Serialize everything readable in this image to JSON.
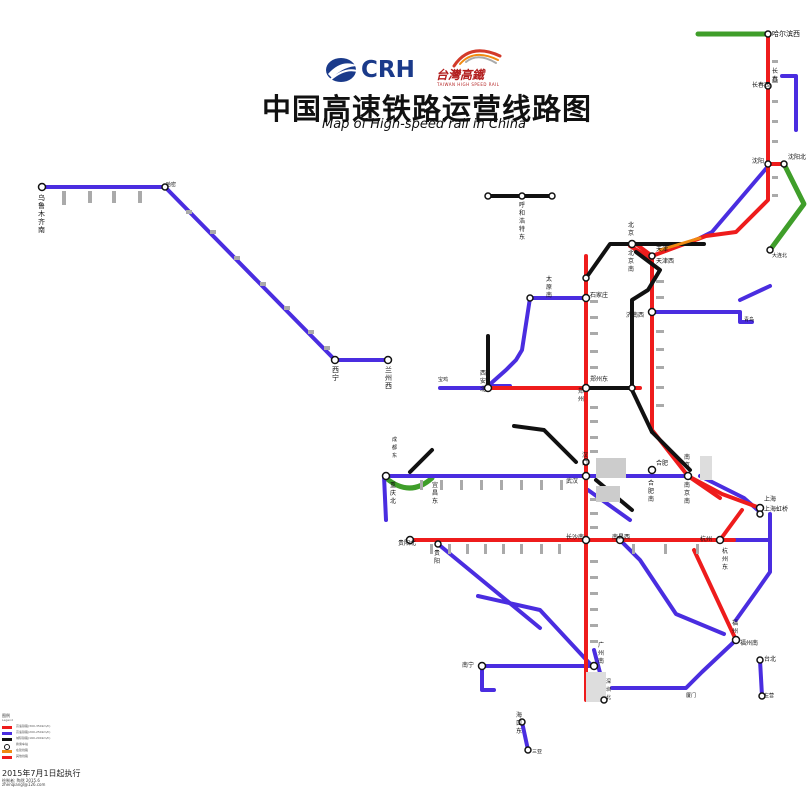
{
  "header": {
    "logo_crh": "CRH",
    "logo_thsr_cn": "台灣高鐵",
    "logo_thsr_en": "TAIWAN HIGH SPEED RAIL",
    "title_cn": "中国高速铁路运营线路图",
    "title_en": "Map of High-speed rail in China"
  },
  "colors": {
    "red_line": "#ee1c1c",
    "blue_line": "#4a2de0",
    "black_line": "#111111",
    "green_line": "#3f9e2a",
    "orange_line": "#f08a12"
  },
  "stations": {
    "haerbin": "哈尔滨西",
    "changchun": "长春",
    "changchunxi": "长春西",
    "shenyang": "沈阳",
    "shenyangbei": "沈阳北",
    "dalian": "大连北",
    "urumqi": "乌鲁木齐南",
    "hami": "哈密",
    "xining": "西宁",
    "lanzhou": "兰州西",
    "hohhot": "呼和浩特东",
    "beijing": "北京",
    "beijingnan": "北京南",
    "tianjin": "天津",
    "tianjinxi": "天津西",
    "taiyuan": "太原南",
    "shijiazhuang": "石家庄",
    "jinan": "济南西",
    "qingdao": "青岛",
    "baoji": "宝鸡",
    "xian": "西安北",
    "zhengzhou": "郑州",
    "zhengzhoudong": "郑州东",
    "xuzhou": "徐州东",
    "hefei": "合肥",
    "hefeinan": "合肥南",
    "nanjing": "南京",
    "nanjingnan": "南京南",
    "shanghai": "上海",
    "shanghaihongqiao": "上海虹桥",
    "hangzhou": "杭州",
    "hangzhoudong": "杭州东",
    "wuhan": "武汉",
    "hankou": "汉口",
    "chengdu": "成都东",
    "chongqing": "重庆北",
    "yichang": "宜昌东",
    "changsha": "长沙南",
    "nanchang": "南昌西",
    "guiyang": "贵阳北",
    "guiyangdong": "贵阳",
    "guangzhou": "广州南",
    "shenzhen": "深圳北",
    "nanning": "南宁",
    "fuzhou": "福州",
    "fuzhounan": "福州南",
    "xiamen": "厦门",
    "haikou": "海口东",
    "sanya": "三亚",
    "taibei": "台北",
    "gaoxiong": "左营"
  },
  "legend": {
    "title": "图例",
    "subtitle": "Legend",
    "items": [
      {
        "label": "高速铁路(300-350km/h)",
        "color": "#ee1c1c"
      },
      {
        "label": "高速铁路(200-250km/h)",
        "color": "#4a2de0"
      },
      {
        "label": "城际铁路(160-200km/h)",
        "color": "#111111"
      },
      {
        "label": "换乘车站",
        "color": "#111111"
      },
      {
        "label": "在建线路",
        "color": "#f08a12"
      },
      {
        "label": "其他线路",
        "color": "#3f9e2a"
      }
    ]
  },
  "footer": {
    "date": "2015年7月1日起执行",
    "author": "绘制者: 陶然 2015.6",
    "email": "zhenqiangl@126.com"
  }
}
